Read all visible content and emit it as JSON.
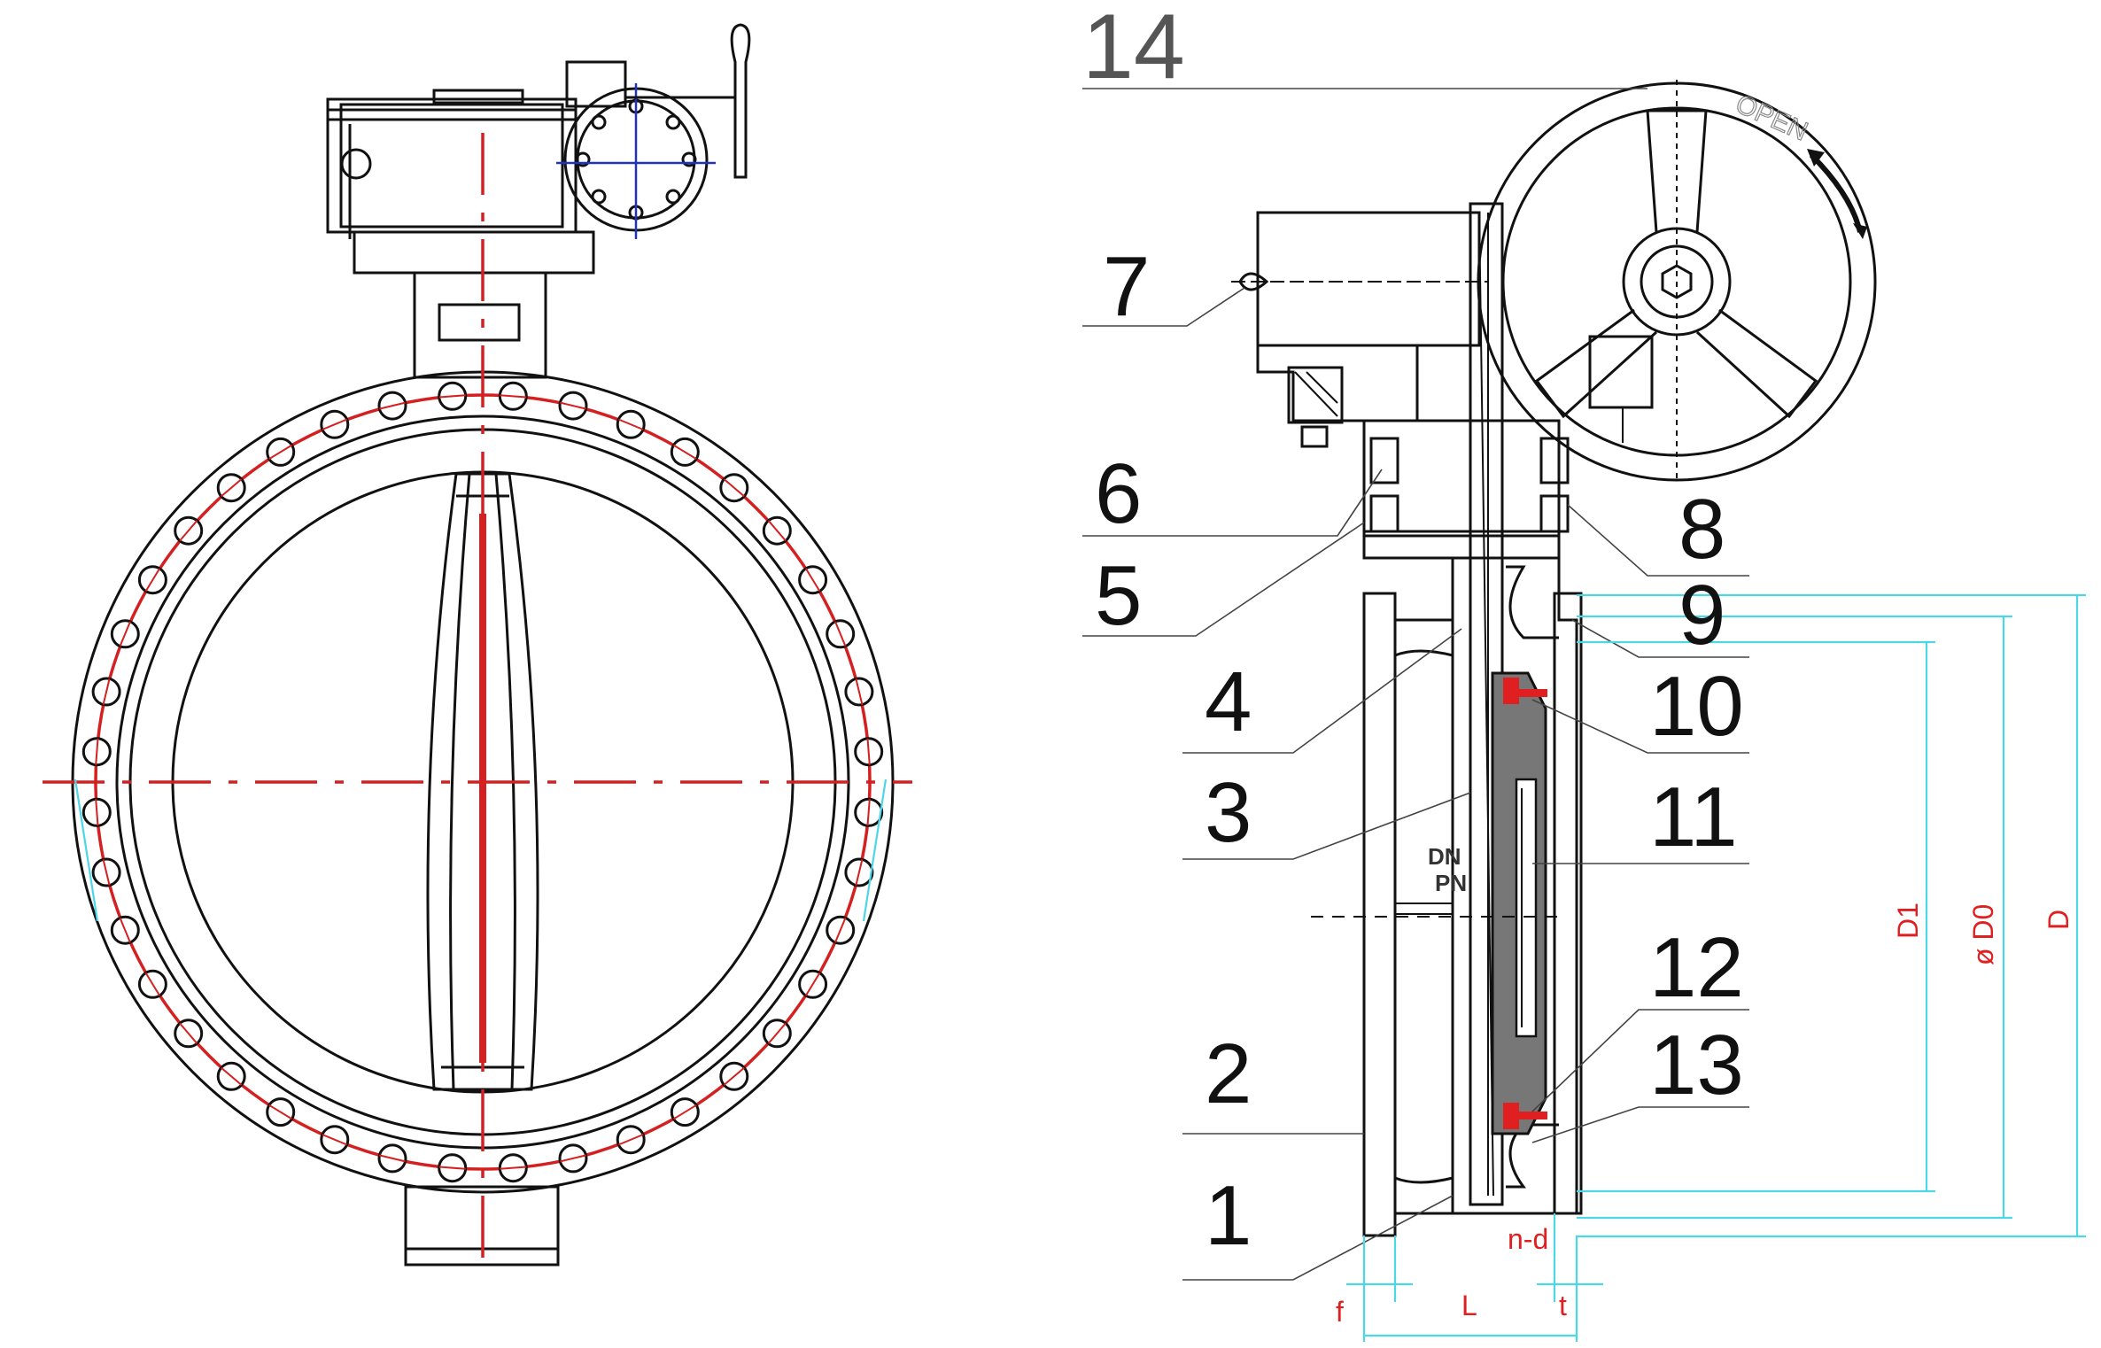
{
  "callouts": {
    "c1": "1",
    "c2": "2",
    "c3": "3",
    "c4": "4",
    "c5": "5",
    "c6": "6",
    "c7": "7",
    "c8": "8",
    "c9": "9",
    "c10": "10",
    "c11": "11",
    "c12": "12",
    "c13": "13",
    "c14": "14"
  },
  "dimensions": {
    "d": "D",
    "d0": "ø D0",
    "d1": "D1",
    "nd": "n-d",
    "f": "f",
    "l": "L",
    "t": "t"
  },
  "markings": {
    "open": "OPEN",
    "dn": "DN",
    "pn": "PN"
  },
  "colors": {
    "outline": "#111111",
    "centerline": "#d42020",
    "dimension": "#4dd6e6",
    "dimension_text": "#e02020",
    "gear_axis": "#2233bb",
    "seal": "#e02020"
  }
}
